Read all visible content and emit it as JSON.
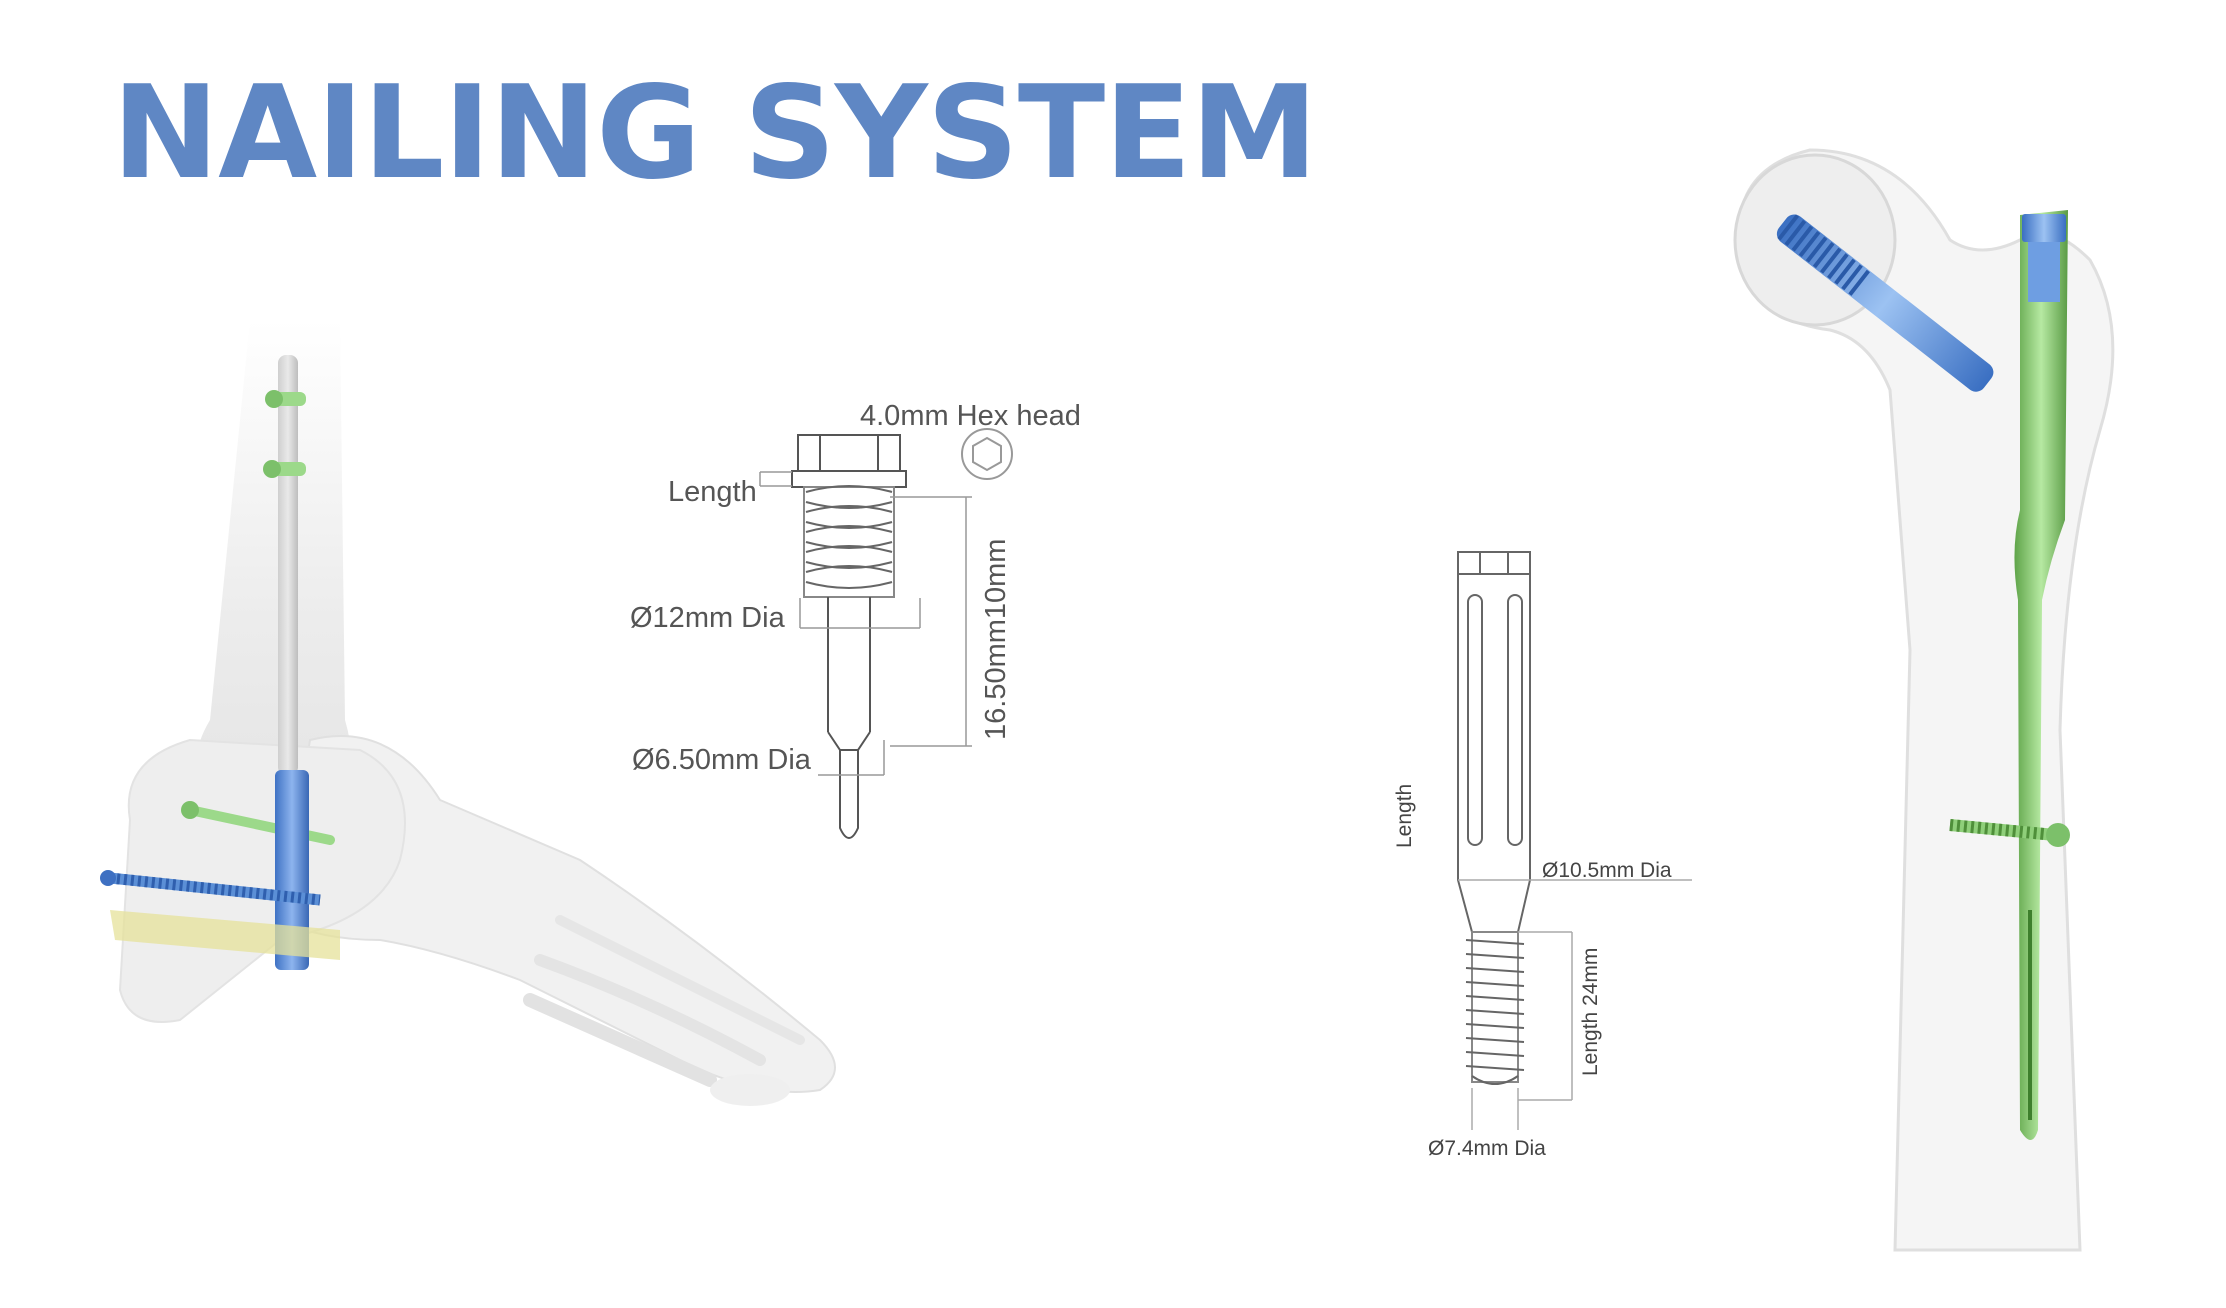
{
  "title": "NAILING SYSTEM",
  "screw_drawing": {
    "hex_label": "4.0mm Hex head",
    "length_label": "Length",
    "dia12_label": "Ø12mm Dia",
    "dia650_label": "Ø6.50mm Dia",
    "dim_label": "16.50mm10mm"
  },
  "bolt_drawing": {
    "length_label": "Length",
    "dia105_label": "Ø10.5mm Dia",
    "length24_label": "Length 24mm",
    "dia74_label": "Ø7.4mm Dia"
  },
  "illustrations": {
    "left": "ankle-foot-nail-illustration",
    "right": "femur-nail-illustration"
  },
  "colors": {
    "title": "#5f87c4",
    "implant_blue": "#5b8fd6",
    "implant_green": "#8fcf7a",
    "implant_yellow": "#d9d67a",
    "bone": "#eeeeee",
    "line": "#555555"
  }
}
